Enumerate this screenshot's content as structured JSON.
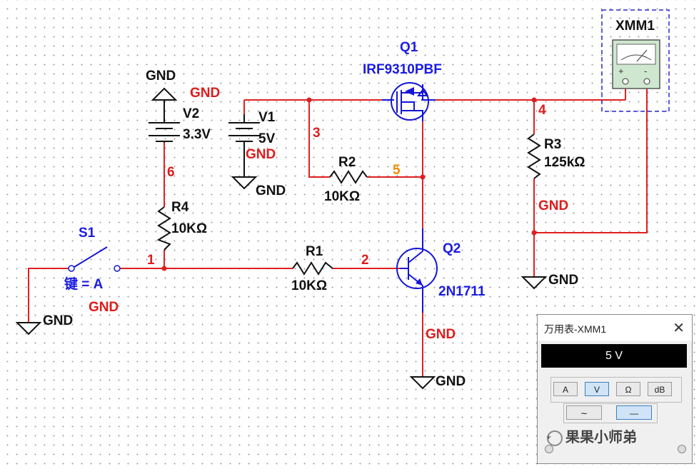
{
  "components": {
    "q1": {
      "ref": "Q1",
      "part": "IRF9310PBF"
    },
    "q2": {
      "ref": "Q2",
      "part": "2N1711"
    },
    "v1": {
      "ref": "V1",
      "value": "5V"
    },
    "v2": {
      "ref": "V2",
      "value": "3.3V"
    },
    "r1": {
      "ref": "R1",
      "value": "10KΩ"
    },
    "r2": {
      "ref": "R2",
      "value": "10KΩ"
    },
    "r3": {
      "ref": "R3",
      "value": "125kΩ"
    },
    "r4": {
      "ref": "R4",
      "value": "10KΩ"
    },
    "s1": {
      "ref": "S1",
      "key": "键 = A"
    },
    "xmm": {
      "ref": "XMM1",
      "plus": "+",
      "minus": "-"
    }
  },
  "nets": {
    "n1": "1",
    "n2": "2",
    "n3": "3",
    "n4": "4",
    "n5": "5",
    "n6": "6"
  },
  "gnd": "GND",
  "multimeter": {
    "title": "万用表-XMM1",
    "close": "✕",
    "reading": "5 V",
    "modes": [
      "A",
      "V",
      "Ω",
      "dB"
    ],
    "selected_mode": "V",
    "ac_symbol": "∼",
    "dc_symbol": "—",
    "plus": "+"
  },
  "watermark": "果果小师弟",
  "colors": {
    "wire": "#e02020",
    "component": "#1414d8",
    "net_label": "#e01b1b",
    "ref_label": "#1a1ae6"
  }
}
